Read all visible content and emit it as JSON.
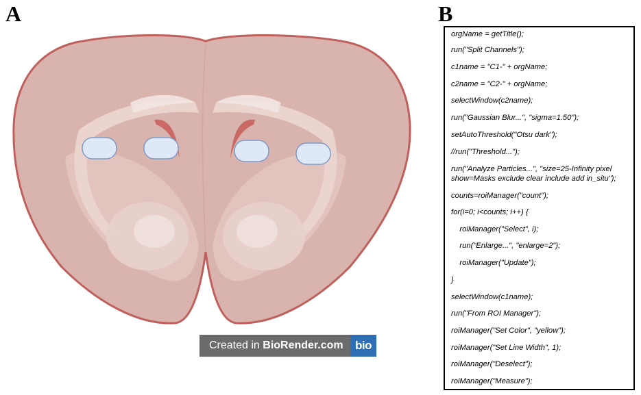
{
  "panel_a_label": "A",
  "panel_b_label": "B",
  "watermark": {
    "prefix": "Created in ",
    "brand": "BioRender.com",
    "logo": "bio"
  },
  "colors": {
    "brain_fill": "#d9b3ad",
    "brain_outline": "#c0605d",
    "roi_fill": "#dfe8f6",
    "roi_outline": "#7d9ac8",
    "white_matter": "#ecd6d2",
    "watermark_bg": "#6b6b6b",
    "logo_bg": "#2f6fb5"
  },
  "code_lines": [
    "orgName = getTitle();",
    "run(\"Split Channels\");",
    "c1name = \"C1-\" + orgName;",
    "c2name = \"C2-\" + orgName;",
    "selectWindow(c2name);",
    "run(\"Gaussian Blur...\", \"sigma=1.50\");",
    "setAutoThreshold(\"Otsu dark\");",
    "//run(\"Threshold...\");",
    "run(\"Analyze Particles...\", \"size=25-Infinity pixel",
    "show=Masks exclude clear include add in_situ\");",
    "counts=roiManager(\"count\");",
    "for(i=0; i<counts; i++) {",
    "    roiManager(\"Select\", i);",
    "    run(\"Enlarge...\", \"enlarge=2\");",
    "    roiManager(\"Update\");",
    "}",
    "selectWindow(c1name);",
    "run(\"From ROI Manager\");",
    "roiManager(\"Set Color\", \"yellow\");",
    "roiManager(\"Set Line Width\", 1);",
    "roiManager(\"Deselect\");",
    "roiManager(\"Measure\");"
  ]
}
